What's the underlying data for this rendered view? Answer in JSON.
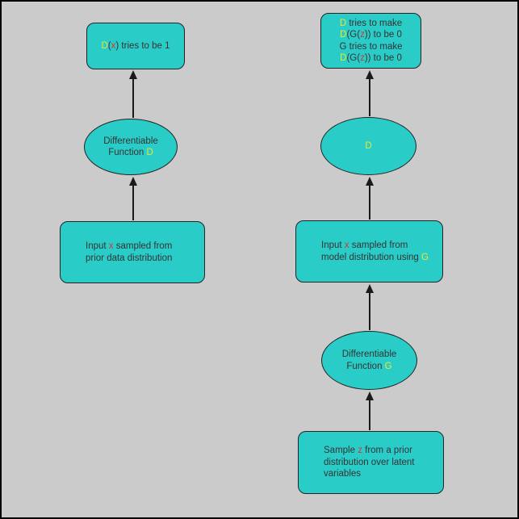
{
  "colors": {
    "background": "#cbcbcb",
    "frame_border": "#000000",
    "node_fill": "#2accc8",
    "node_border": "#232323",
    "text": "#333333",
    "arrow": "#1a1a1a",
    "yellow": "#e8e832",
    "red": "#d03838"
  },
  "diagram": {
    "left_column": {
      "output_box": {
        "lines": [
          [
            {
              "t": "D",
              "c": "yellow"
            },
            {
              "t": "("
            },
            {
              "t": "x",
              "c": "red"
            },
            {
              "t": ") tries to be 1"
            }
          ]
        ]
      },
      "discriminator_ellipse": {
        "lines": [
          [
            {
              "t": "Differentiable"
            }
          ],
          [
            {
              "t": "Function "
            },
            {
              "t": "D",
              "c": "yellow"
            }
          ]
        ]
      },
      "input_box": {
        "lines": [
          [
            {
              "t": "Input "
            },
            {
              "t": "x",
              "c": "red"
            },
            {
              "t": " sampled from"
            }
          ],
          [
            {
              "t": "prior data distribution"
            }
          ]
        ]
      }
    },
    "right_column": {
      "objective_box": {
        "lines": [
          [
            {
              "t": "D",
              "c": "yellow"
            },
            {
              "t": " tries to make"
            }
          ],
          [
            {
              "t": "D",
              "c": "yellow"
            },
            {
              "t": "(G("
            },
            {
              "t": "z",
              "c": "red"
            },
            {
              "t": ")) to be 0"
            }
          ],
          [
            {
              "t": "G tries to make"
            }
          ],
          [
            {
              "t": "D",
              "c": "yellow"
            },
            {
              "t": "(G("
            },
            {
              "t": "z",
              "c": "red"
            },
            {
              "t": ")) to be 0"
            }
          ]
        ]
      },
      "discriminator_ellipse": {
        "lines": [
          [
            {
              "t": "D",
              "c": "yellow"
            }
          ]
        ]
      },
      "input_box": {
        "lines": [
          [
            {
              "t": "Input "
            },
            {
              "t": "x",
              "c": "red"
            },
            {
              "t": " sampled from"
            }
          ],
          [
            {
              "t": "model distribution using "
            },
            {
              "t": "G",
              "c": "yellow"
            }
          ]
        ]
      },
      "generator_ellipse": {
        "lines": [
          [
            {
              "t": "Differentiable"
            }
          ],
          [
            {
              "t": "Function "
            },
            {
              "t": "G",
              "c": "yellow"
            }
          ]
        ]
      },
      "sample_box": {
        "lines": [
          [
            {
              "t": "Sample "
            },
            {
              "t": "z",
              "c": "red"
            },
            {
              "t": " from a prior"
            }
          ],
          [
            {
              "t": "distribution over latent"
            }
          ],
          [
            {
              "t": "variables"
            }
          ]
        ]
      }
    }
  }
}
